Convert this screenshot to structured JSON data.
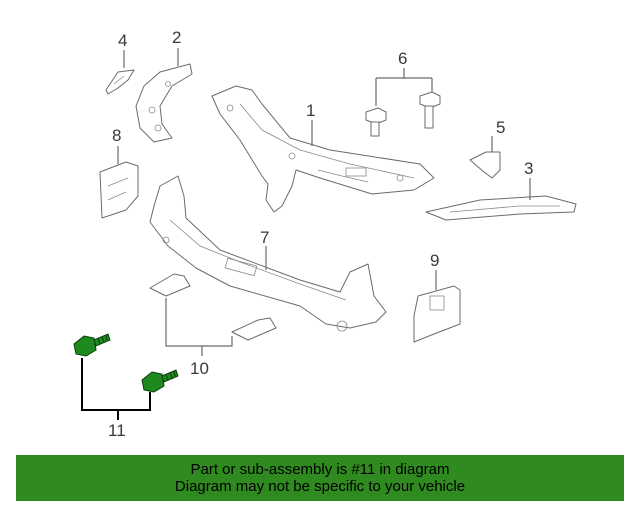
{
  "diagram": {
    "callouts": {
      "c1": "1",
      "c2": "2",
      "c3": "3",
      "c4": "4",
      "c5": "5",
      "c6": "6",
      "c7": "7",
      "c8": "8",
      "c9": "9",
      "c10": "10",
      "c11": "11"
    },
    "highlight_color": "#1e8a1e"
  },
  "banner": {
    "line1": "Part or sub-assembly is #11 in diagram",
    "line2": "Diagram may not be specific to your vehicle",
    "background": "#2f8a1f"
  }
}
